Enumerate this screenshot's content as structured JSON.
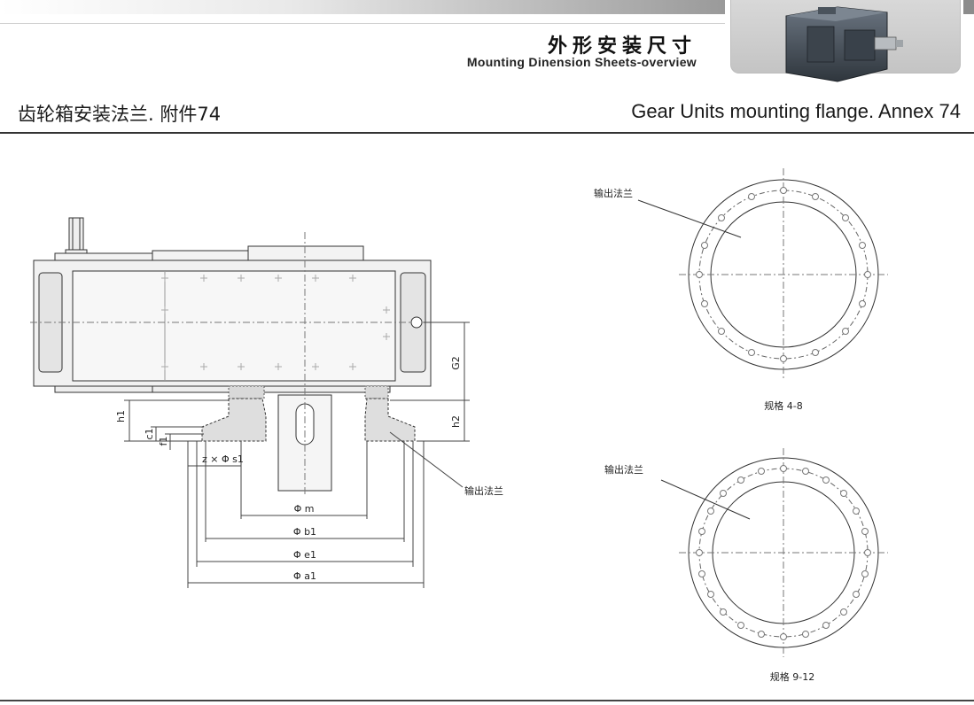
{
  "header": {
    "title_cn": "外形安装尺寸",
    "title_en": "Mounting Dinension Sheets-overview"
  },
  "section": {
    "title_cn": "齿轮箱安装法兰. 附件74",
    "title_en": "Gear Units mounting flange. Annex 74"
  },
  "left_drawing": {
    "dim_g2": "G2",
    "dim_h1": "h1",
    "dim_h2": "h2",
    "dim_c1": "c1",
    "dim_f1": "f1",
    "hole_spec": "z × Φ s1",
    "dim_m": "Φ m",
    "dim_b1": "Φ b1",
    "dim_e1": "Φ e1",
    "dim_a1": "Φ a1",
    "flange_label": "输出法兰"
  },
  "flange_top": {
    "label": "输出法兰",
    "caption": "规格 4-8"
  },
  "flange_bottom": {
    "label": "输出法兰",
    "caption": "规格 9-12"
  }
}
